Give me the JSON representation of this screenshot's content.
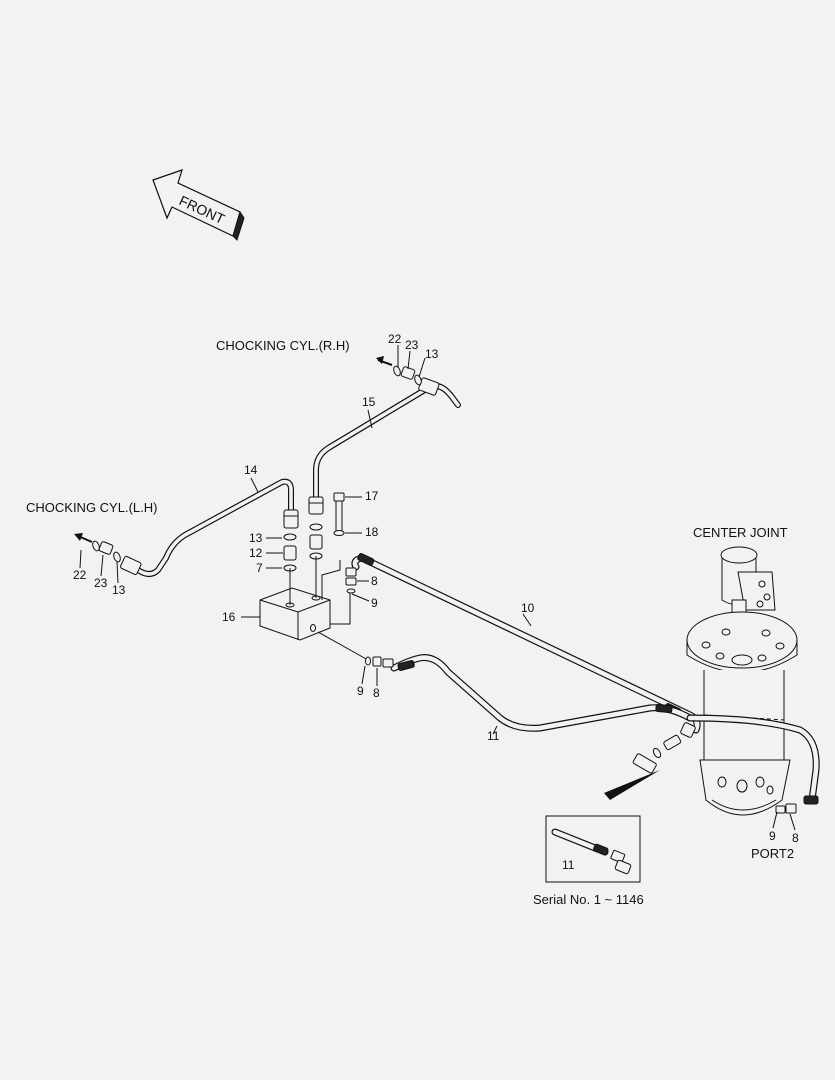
{
  "direction": {
    "label": "FRONT"
  },
  "destinations": {
    "rh": "CHOCKING CYL.(R.H)",
    "lh": "CHOCKING CYL.(L.H)",
    "center": "CENTER JOINT",
    "port": "PORT2"
  },
  "inset": {
    "caption": "Serial No. 1 ~ 1146",
    "part": "11"
  },
  "callouts": {
    "n22_rh": "22",
    "n23_rh": "23",
    "n13_rh": "13",
    "n15": "15",
    "n14": "14",
    "n17": "17",
    "n18": "18",
    "n13_left": "13",
    "n12": "12",
    "n7": "7",
    "n16": "16",
    "n8_top": "8",
    "n9_top": "9",
    "n10": "10",
    "n11": "11",
    "n9_bot": "9",
    "n8_bot": "8",
    "n22_lh": "22",
    "n23_lh": "23",
    "n13_lh": "13",
    "n9_port": "9",
    "n8_port": "8"
  },
  "colors": {
    "line": "#111111",
    "background": "#f2f2f2"
  }
}
